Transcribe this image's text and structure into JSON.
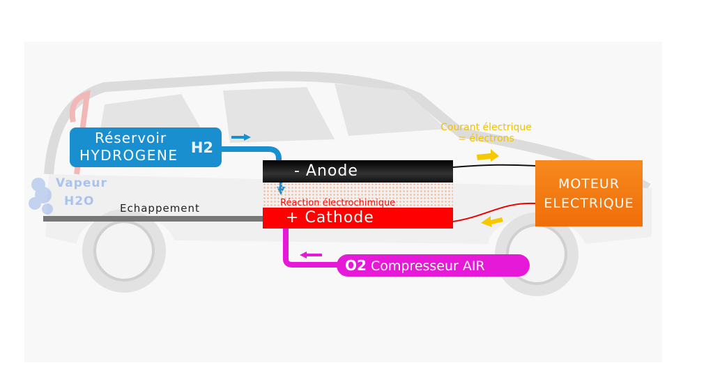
{
  "reservoir": {
    "line1": "Réservoir",
    "line2": "HYDROGENE",
    "gas": "H2"
  },
  "fuel_cell": {
    "anode": "- Anode",
    "reaction": "Réaction électrochimique",
    "cathode": "+ Cathode"
  },
  "compressor": {
    "gas": "O2",
    "label": "Compresseur AIR"
  },
  "motor": {
    "line1": "MOTEUR",
    "line2": "ELECTRIQUE"
  },
  "current": {
    "line1": "Courant électrique",
    "line2": "= électrons"
  },
  "vapour": {
    "line1": "Vapeur",
    "line2": "H2O"
  },
  "exhaust": {
    "label": "Echappement"
  },
  "colors": {
    "hydrogen": "#1a8fd0",
    "oxygen": "#e619d8",
    "motor": "#f47a10",
    "cathode": "#ff0000",
    "current": "#f2c200"
  }
}
